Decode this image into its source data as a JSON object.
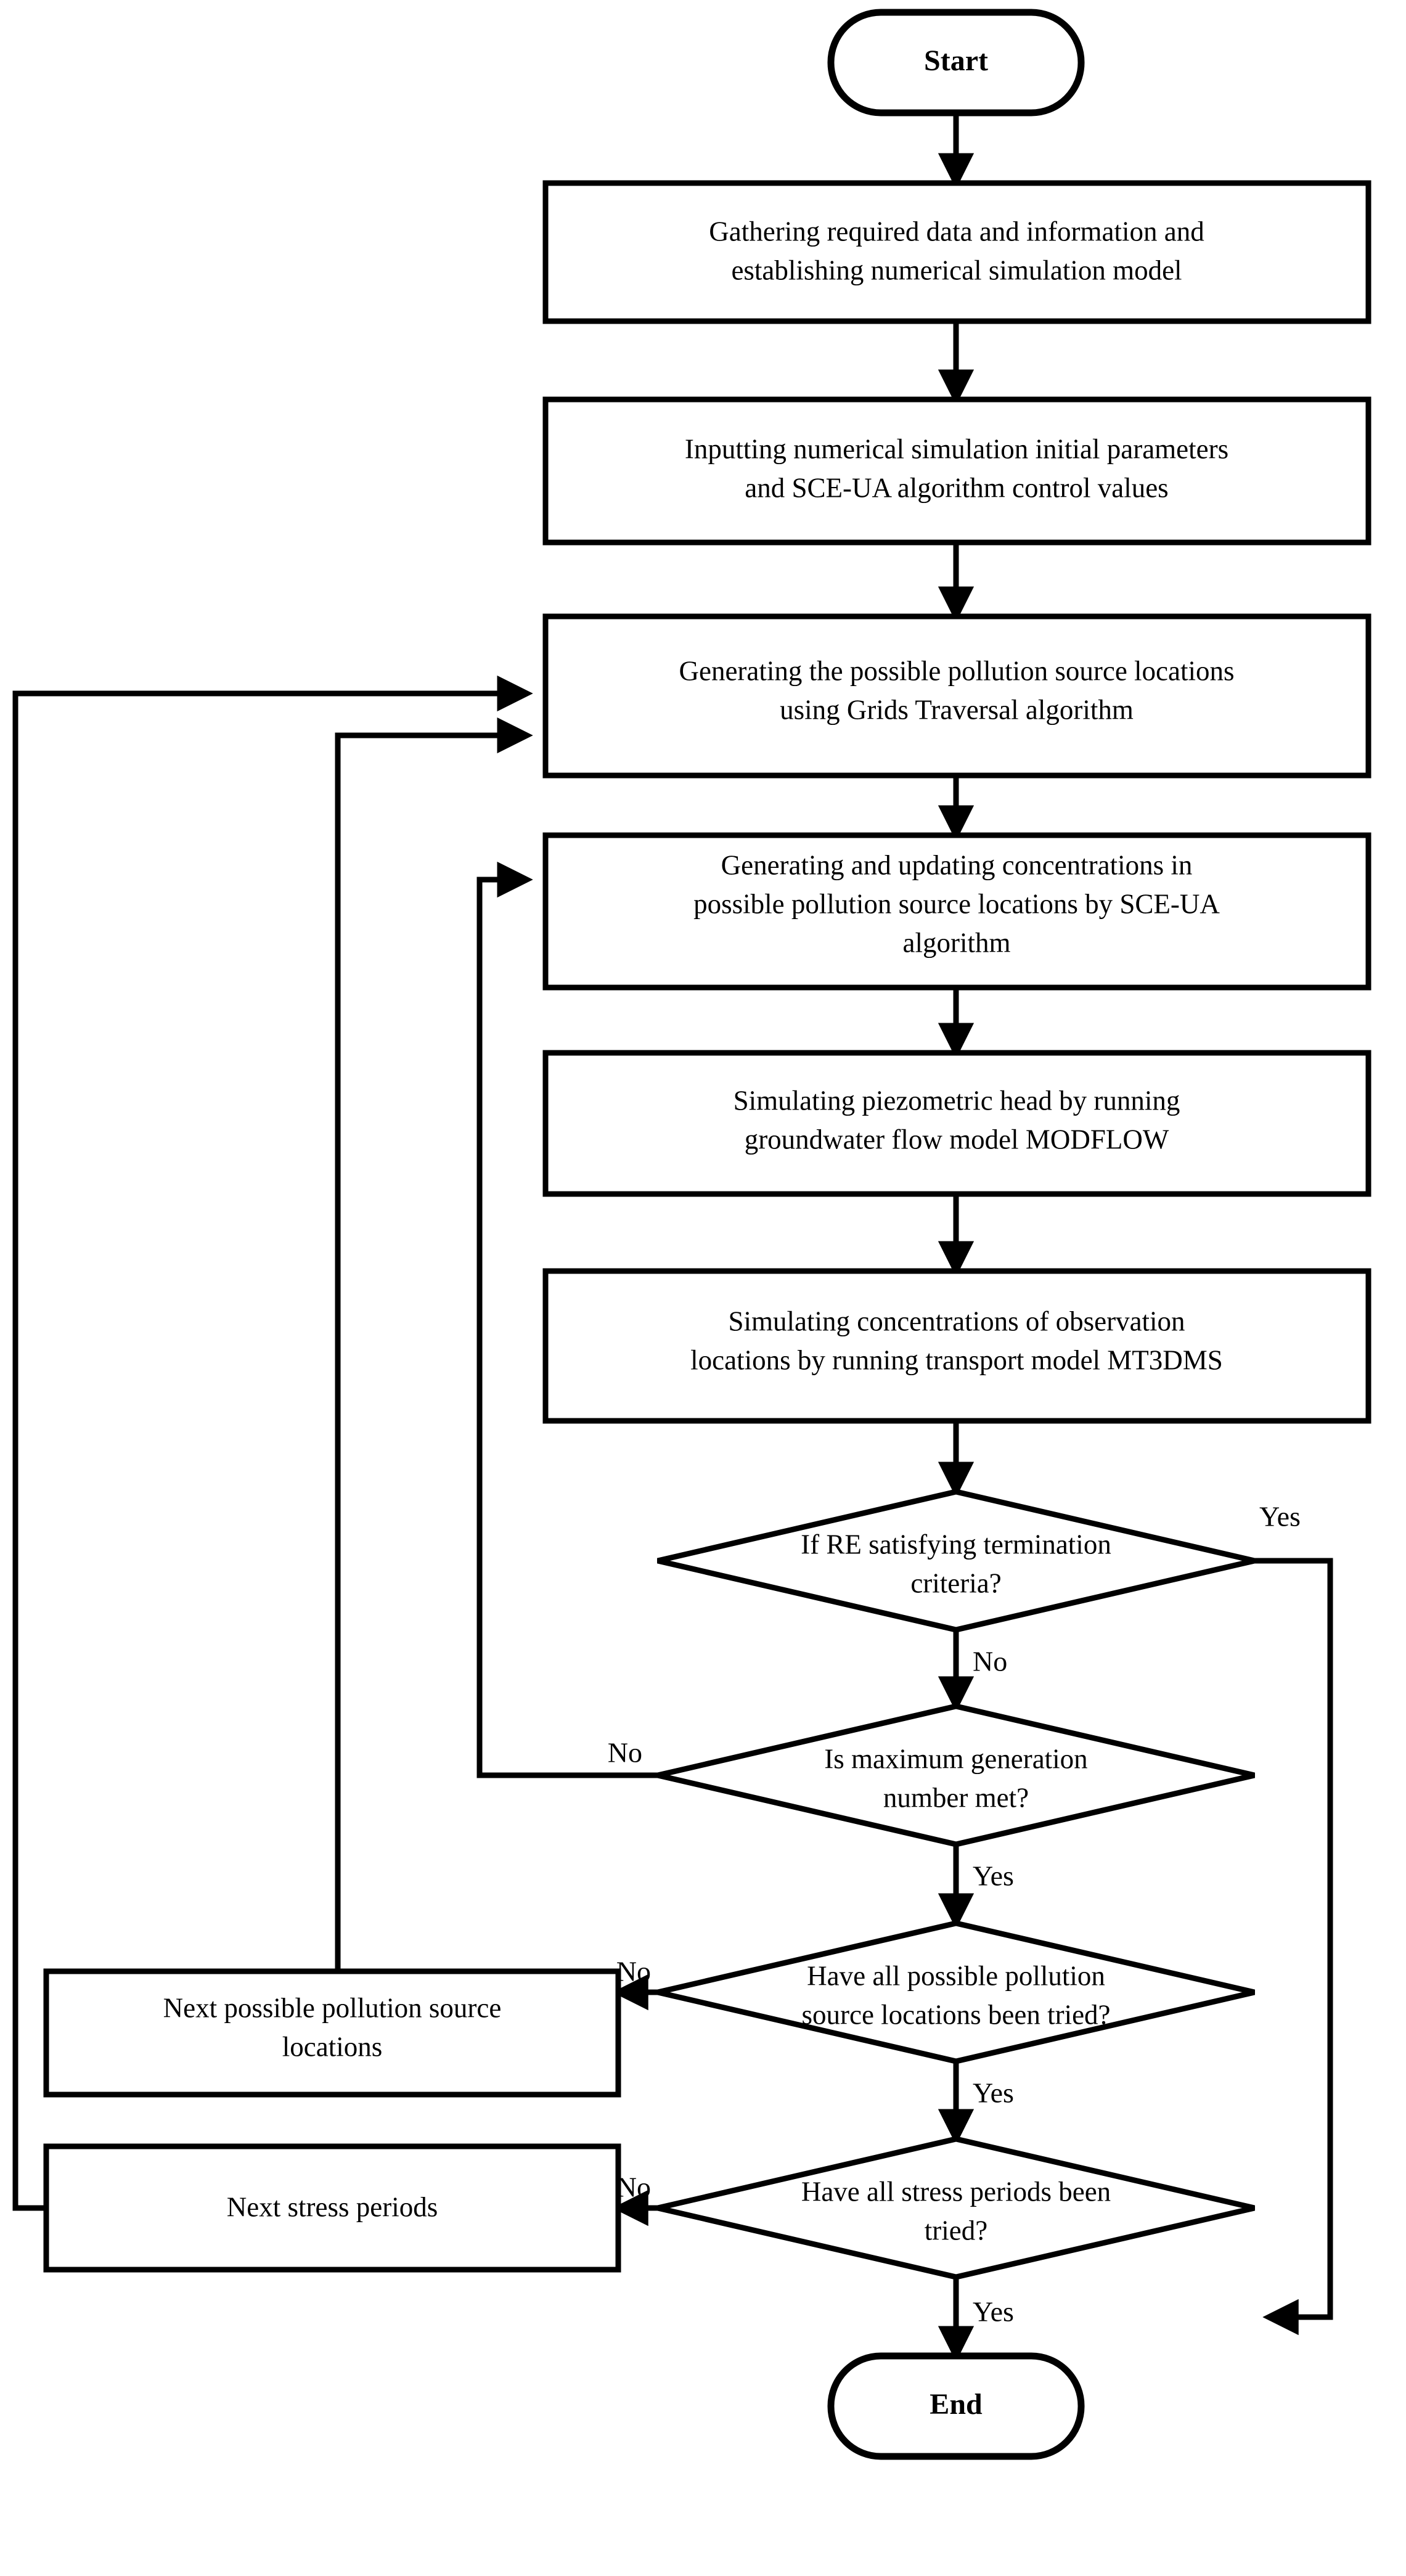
{
  "diagram": {
    "title": "Groundwater pollution source identification flowchart",
    "stroke_color": "#000000",
    "fill_color": "#ffffff",
    "background": "#ffffff"
  },
  "nodes": {
    "start": {
      "label": "Start",
      "shape": "terminator"
    },
    "gather": {
      "label": "Gathering required data and information and establishing numerical simulation model",
      "line1": "Gathering required data and information and",
      "line2": "establishing numerical simulation model",
      "shape": "process"
    },
    "inputting": {
      "label": "Inputting numerical simulation initial parameters and SCE-UA algorithm control values",
      "line1": "Inputting numerical simulation initial parameters",
      "line2": "and SCE-UA algorithm control values",
      "shape": "process"
    },
    "generating_locations": {
      "label": "Generating the possible pollution source locations using Grids Traversal algorithm",
      "line1": "Generating the possible pollution source locations",
      "line2": "using Grids Traversal algorithm",
      "shape": "process"
    },
    "generating_concentrations": {
      "label": "Generating and updating concentrations  in possible pollution source locations by SCE-UA algorithm",
      "line1": "Generating and updating concentrations  in",
      "line2": "possible pollution source locations by SCE-UA",
      "line3": "algorithm",
      "shape": "process"
    },
    "modflow": {
      "label": "Simulating piezometric head by running groundwater flow model MODFLOW",
      "line1": "Simulating piezometric head by running",
      "line2": "groundwater flow model MODFLOW",
      "shape": "process"
    },
    "mt3dms": {
      "label": "Simulating concentrations of observation locations by running transport model MT3DMS",
      "line1": "Simulating concentrations of observation",
      "line2": "locations by running transport model MT3DMS",
      "shape": "process"
    },
    "decision_re": {
      "label": "If RE satisfying termination criteria?",
      "line1": "If RE satisfying termination",
      "line2": "criteria?",
      "shape": "decision"
    },
    "decision_generation": {
      "label": "Is maximum  generation number met?",
      "line1": "Is maximum  generation",
      "line2": "number met?",
      "shape": "decision"
    },
    "decision_locations": {
      "label": "Have all possible pollution source locations been tried?",
      "line1": "Have all possible pollution",
      "line2": "source locations been tried?",
      "shape": "decision"
    },
    "decision_stress": {
      "label": "Have all stress periods been tried?",
      "line1": "Have all stress periods been",
      "line2": "tried?",
      "shape": "decision"
    },
    "next_locations": {
      "label": "Next possible pollution source locations",
      "line1": "Next possible pollution source",
      "line2": "locations",
      "shape": "process"
    },
    "next_stress": {
      "label": "Next stress periods",
      "line1": "Next stress periods",
      "shape": "process"
    },
    "end": {
      "label": "End",
      "shape": "terminator"
    }
  },
  "edge_labels": {
    "re_yes": "Yes",
    "re_no": "No",
    "generation_no": "No",
    "generation_yes": "Yes",
    "locations_no": "No",
    "locations_yes": "Yes",
    "stress_no": "No",
    "stress_yes": "Yes"
  }
}
